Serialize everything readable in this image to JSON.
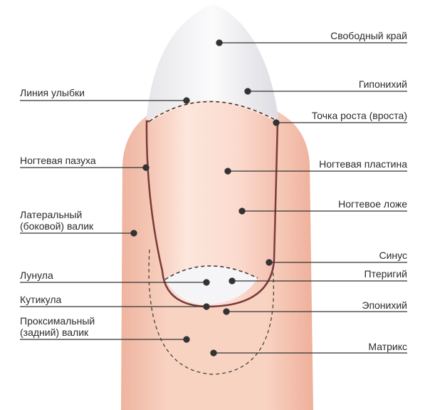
{
  "title": "Nail anatomy",
  "colors": {
    "skin": "#f6c7b3",
    "nail": "#fbded2",
    "line": "#333333",
    "nail_outline": "#7a3b3b"
  },
  "labels": {
    "left": [
      "Линия улыбки",
      "Ногтевая пазуха",
      "Латеральный",
      "(боковой) валик",
      "Лунула",
      "Кутикула",
      "Проксимальный",
      "(задний) валик"
    ],
    "right": [
      "Свободный край",
      "Гипонихий",
      "Точка роста (вроста)",
      "Ногтевая пластина",
      "Ногтевое ложе",
      "Синус",
      "Птеригий",
      "Эпонихий",
      "Матрикс"
    ]
  }
}
